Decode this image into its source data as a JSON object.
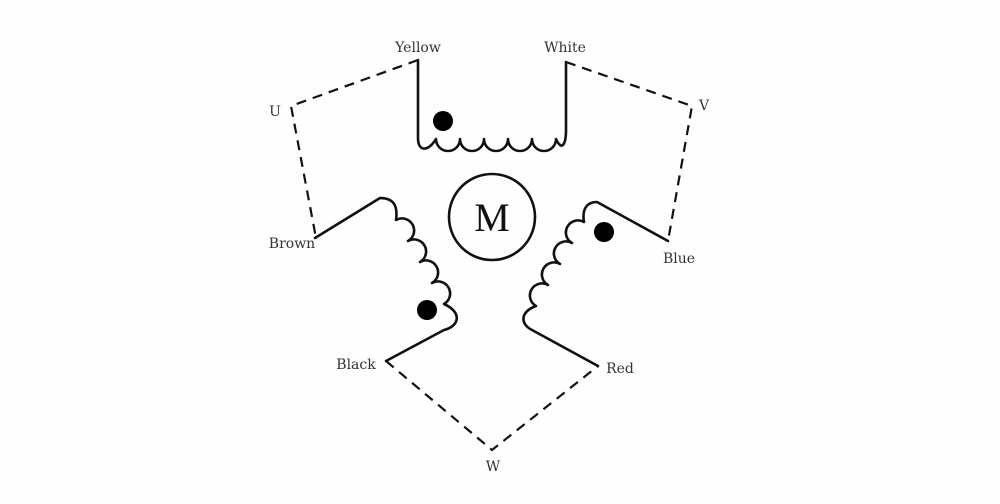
{
  "diagram": {
    "motor": {
      "label": "M"
    },
    "phases": {
      "u": "U",
      "v": "V",
      "w": "W"
    },
    "leads": {
      "yellow": "Yellow",
      "white": "White",
      "brown": "Brown",
      "blue": "Blue",
      "black": "Black",
      "red": "Red"
    },
    "colors": {
      "line": "#111111",
      "background": "#fefefe",
      "label": "#333333"
    }
  }
}
